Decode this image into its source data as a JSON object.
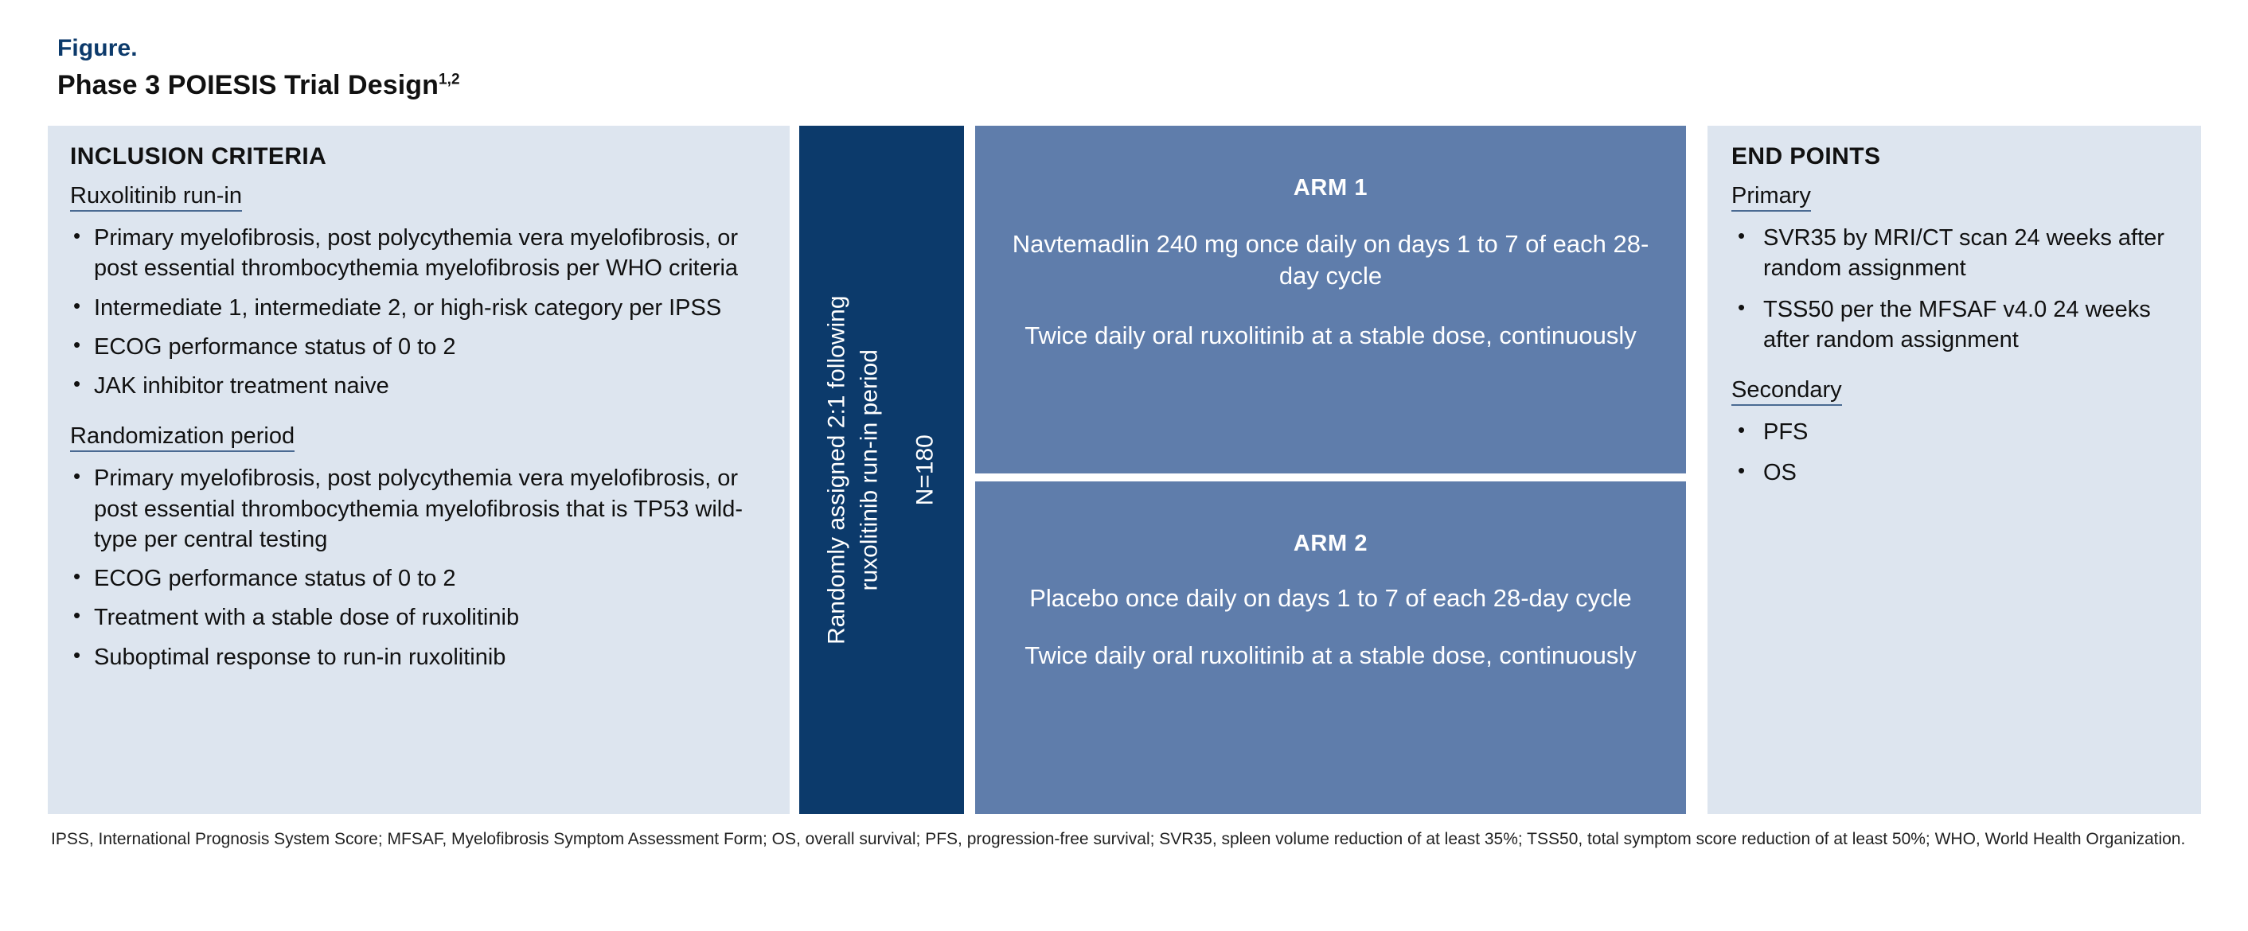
{
  "header": {
    "figure_label": "Figure.",
    "title": "Phase 3 POIESIS Trial Design",
    "title_superscript": "1,2"
  },
  "inclusion": {
    "heading": "INCLUSION CRITERIA",
    "sections": [
      {
        "subhead": "Ruxolitinib run-in",
        "bullets": [
          "Primary myelofibrosis, post polycythemia vera myelofibrosis, or post essential thrombocythemia myelofibrosis per WHO criteria",
          "Intermediate 1, intermediate 2, or high-risk category per IPSS",
          "ECOG performance status of 0 to 2",
          "JAK inhibitor treatment naive"
        ]
      },
      {
        "subhead": "Randomization period",
        "bullets": [
          "Primary myelofibrosis, post polycythemia vera myelofibrosis, or post essential thrombocythemia myelofibrosis that is TP53 wild-type per central testing",
          "ECOG performance status of 0 to 2",
          "Treatment with a stable dose of ruxolitinib",
          "Suboptimal response to run-in ruxolitinib"
        ]
      }
    ]
  },
  "randomization": {
    "line1": "Randomly assigned 2:1 following",
    "line2": "ruxolitinib run-in period",
    "sample_size": "N=180"
  },
  "arms": [
    {
      "title": "ARM 1",
      "line1": "Navtemadlin 240 mg once daily on days 1 to 7 of each 28-day cycle",
      "line2": "Twice daily oral ruxolitinib at a stable dose, continuously"
    },
    {
      "title": "ARM 2",
      "line1": "Placebo once daily on days 1 to 7 of each 28-day cycle",
      "line2": "Twice daily oral ruxolitinib at a stable dose, continuously"
    }
  ],
  "endpoints": {
    "heading": "END POINTS",
    "sections": [
      {
        "subhead": "Primary",
        "bullets": [
          "SVR35 by MRI/CT scan 24 weeks after random assignment",
          "TSS50 per the MFSAF v4.0 24 weeks after random assignment"
        ]
      },
      {
        "subhead": "Secondary",
        "bullets": [
          "PFS",
          "OS"
        ]
      }
    ]
  },
  "footnote": "IPSS, International Prognosis System Score; MFSAF, Myelofibrosis Symptom Assessment Form; OS, overall survival; PFS, progression-free survival; SVR35, spleen volume reduction of at least 35%; TSS50, total symptom score reduction of at least 50%; WHO, World Health Organization.",
  "colors": {
    "navy": "#0c3a6b",
    "arm_blue": "#5f7dab",
    "panel_light": "#dde5ef",
    "underline": "#4a6a92"
  }
}
